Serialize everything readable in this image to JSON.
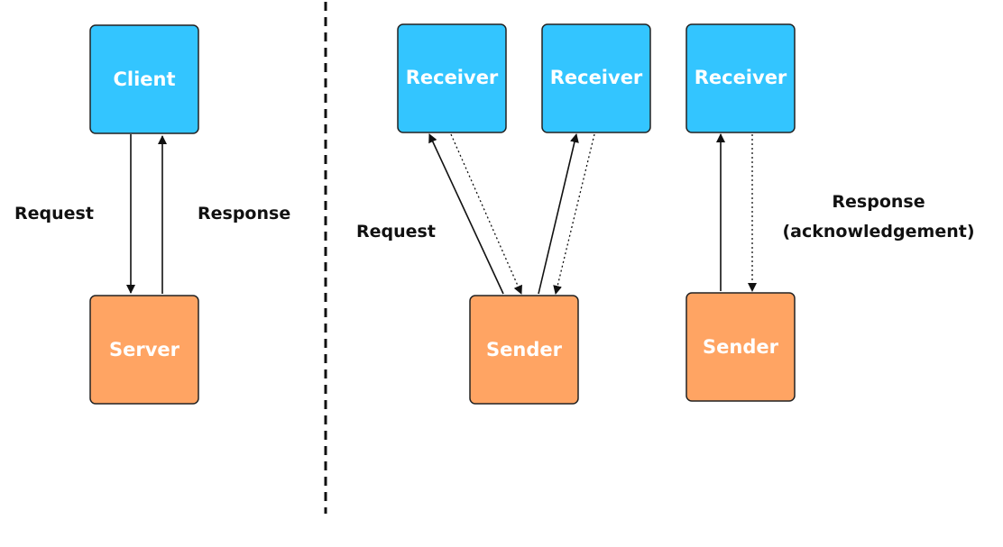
{
  "colors": {
    "client_fill": "#33c5ff",
    "server_fill": "#ffa463",
    "stroke": "#222222",
    "text_on_box": "#ffffff",
    "label_text": "#111111"
  },
  "left_panel": {
    "client_label": "Client",
    "server_label": "Server",
    "request_label": "Request",
    "response_label": "Response"
  },
  "right_panel": {
    "receiver_1_label": "Receiver",
    "receiver_2_label": "Receiver",
    "receiver_3_label": "Receiver",
    "sender_1_label": "Sender",
    "sender_2_label": "Sender",
    "request_label": "Request",
    "response_label_line1": "Response",
    "response_label_line2": "(acknowledgement)"
  }
}
